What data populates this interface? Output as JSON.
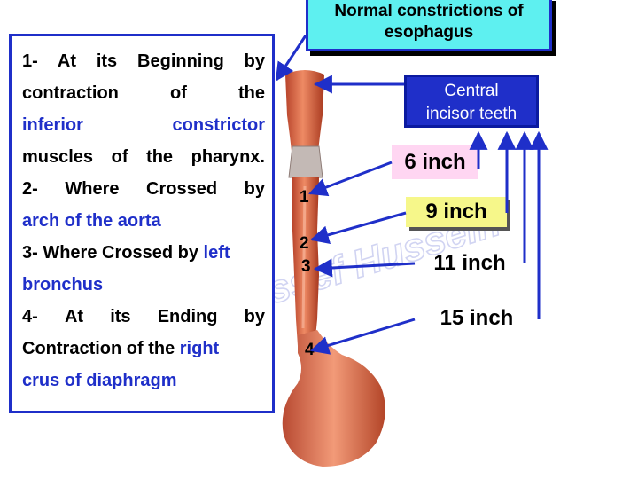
{
  "header": {
    "line1": "Normal constrictions of",
    "line2": "esophagus"
  },
  "left_text": {
    "l1": "1- At its Beginning by",
    "l2a": "contraction",
    "l2b": "of",
    "l2c": "the",
    "l3a": "inferior",
    "l3b": "constrictor",
    "l4": "muscles of the pharynx.",
    "l5": "2- Where Crossed by",
    "l6": "arch of the aorta",
    "l7a": "3- Where Crossed by ",
    "l7b": "left",
    "l8": "bronchus",
    "l9a": "4-",
    "l9b": "At",
    "l9c": "its",
    "l9d": "Ending",
    "l9e": "by",
    "l10a": "Contraction of the ",
    "l10b": "right",
    "l11": "crus of diaphragm"
  },
  "incisor": {
    "line1": "Central",
    "line2": "incisor teeth"
  },
  "measures": {
    "m1": "6 inch",
    "m2": "9 inch",
    "m3": "11 inch",
    "m4": "15 inch"
  },
  "markers": {
    "n1": "1",
    "n2": "2",
    "n3": "3",
    "n4": "4"
  },
  "watermark": "Prof. Dr. Youssef Hussein",
  "colors": {
    "accent_blue": "#1f2fc9",
    "header_cyan": "#5ef0f0",
    "pink": "#ffd6f2",
    "yellow": "#f6f78a",
    "marker_yellow": "#f2d23c"
  }
}
